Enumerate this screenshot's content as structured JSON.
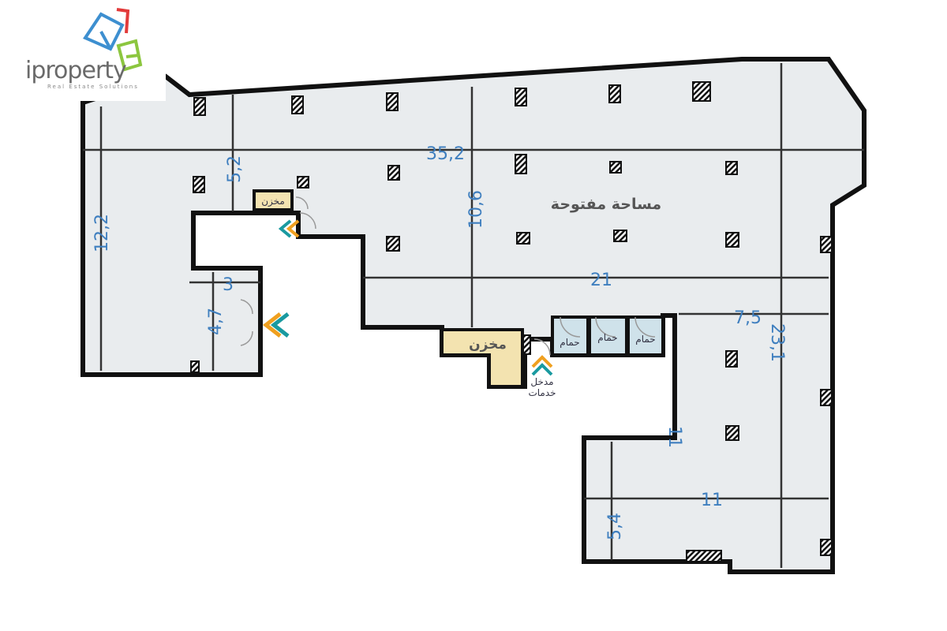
{
  "logo": {
    "name": "iproperty",
    "tagline": "Real Estate Solutions",
    "colors": [
      "#3d8fd0",
      "#e23b3b",
      "#8cc63f"
    ]
  },
  "rooms": {
    "open_area": "مساحة مفتوحة",
    "storage_1": "مخزن",
    "storage_2": "مخزن",
    "bathroom_1": "حمام",
    "bathroom_2": "حمام",
    "bathroom_3": "حمام",
    "service_entrance_line1": "مدخل",
    "service_entrance_line2": "خدمات"
  },
  "dimensions": {
    "top_width": "35,2",
    "left_small": "5,2",
    "center_height": "10,6",
    "left_height": "12,2",
    "middle_width": "21",
    "notch_width": "3",
    "notch_height": "4,7",
    "right_small_width": "7,5",
    "right_height": "23,1",
    "wing_height": "11",
    "wing_width": "11",
    "wing_small": "5,4"
  },
  "colors": {
    "dimension": "#3f7fbf",
    "wall": "#111111",
    "floor": "#e9ecee",
    "storage": "#f3e3b0",
    "bathroom": "#cfe2ea",
    "entrance_orange": "#f0a020",
    "entrance_teal": "#1a9aa0"
  }
}
